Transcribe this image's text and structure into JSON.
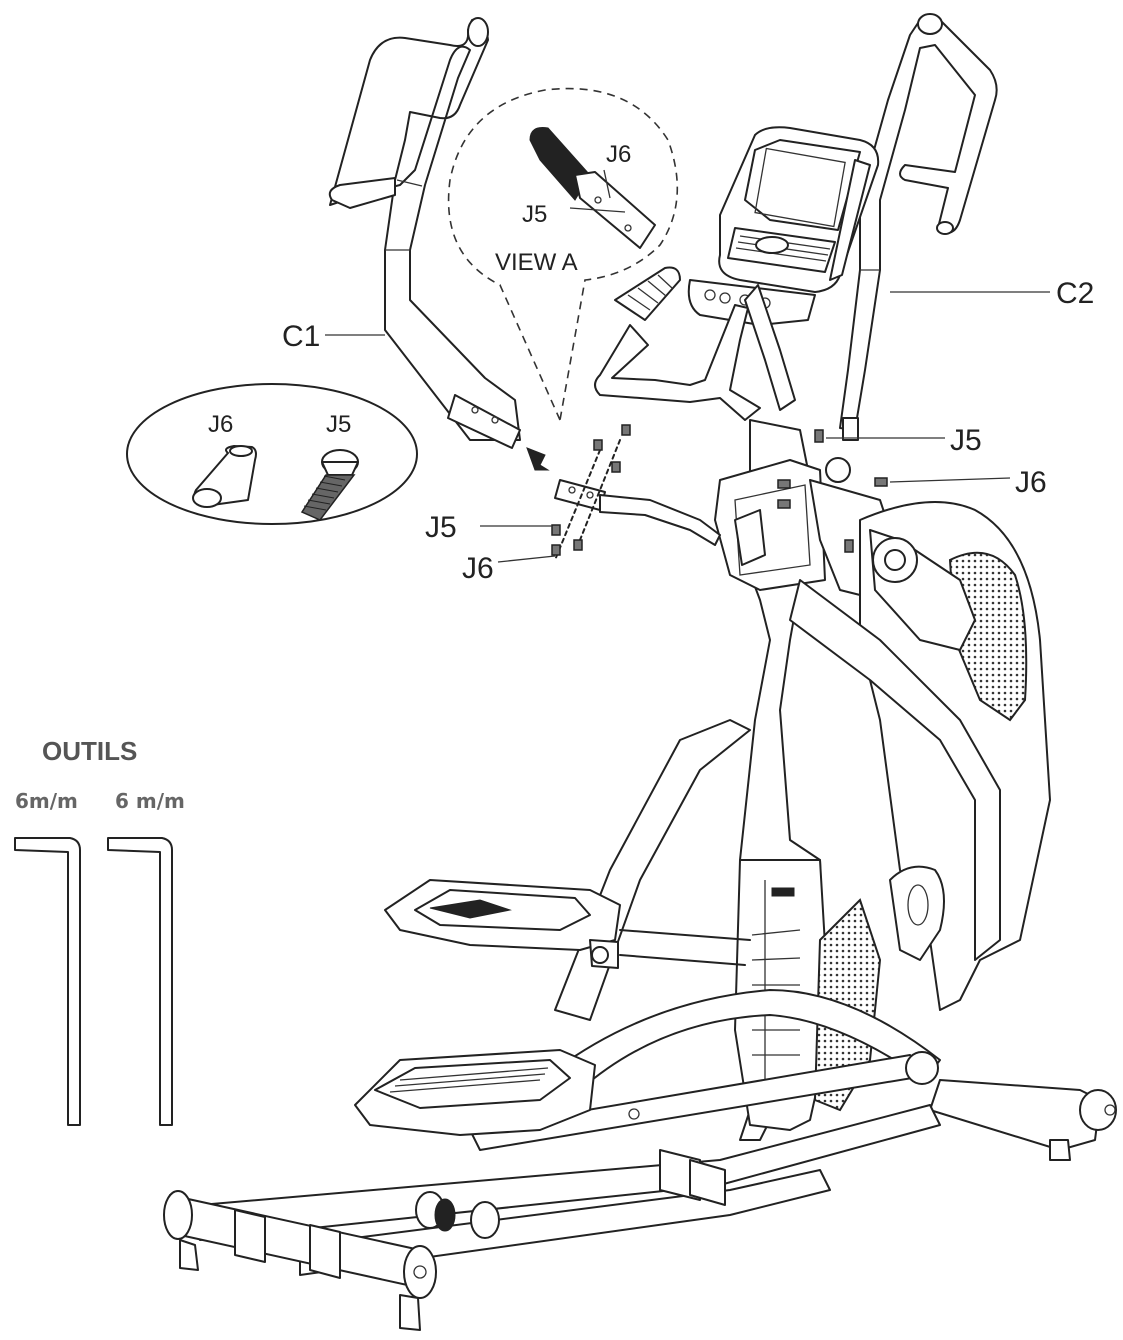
{
  "labels": {
    "c1": "C1",
    "c2": "C2",
    "j5_view": "J5",
    "j6_view": "J6",
    "view_a": "VIEW A",
    "j6_inset": "J6",
    "j5_inset": "J5",
    "j5_left": "J5",
    "j6_left": "J6",
    "j5_right": "J5",
    "j6_right": "J6"
  },
  "tools": {
    "title": "OUTILS",
    "size_1": "6m/m",
    "size_2": "6 m/m"
  }
}
